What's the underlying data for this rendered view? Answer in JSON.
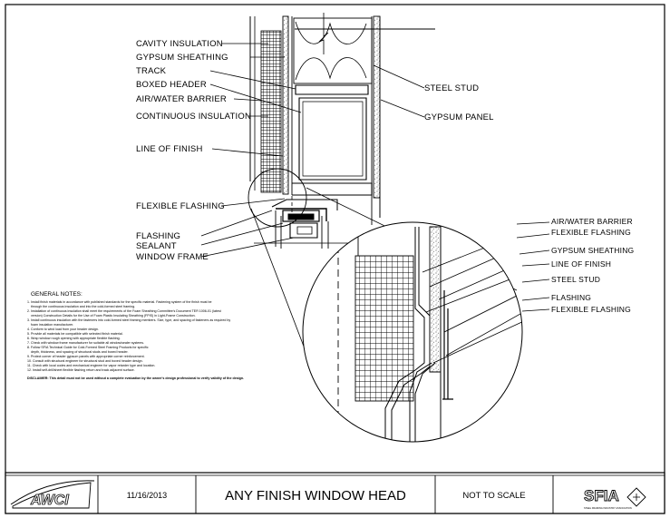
{
  "detail_labels_left": [
    "CAVITY INSULATION",
    "GYPSUM SHEATHING",
    "TRACK",
    "BOXED HEADER",
    "AIR/WATER BARRIER",
    "CONTINUOUS INSULATION",
    "LINE OF FINISH",
    "FLEXIBLE FLASHING",
    "FLASHING",
    "SEALANT",
    "WINDOW FRAME"
  ],
  "detail_labels_right": [
    "STEEL STUD",
    "GYPSUM PANEL"
  ],
  "enlarged_labels": [
    "AIR/WATER BARRIER",
    "FLEXIBLE FLASHING",
    "GYPSUM SHEATHING",
    "LINE OF FINISH",
    "STEEL STUD",
    "FLASHING",
    "FLEXIBLE FLASHING"
  ],
  "notes": {
    "heading": "GENERAL NOTES:",
    "items": [
      "1. Install finish materials in accordance with published standards for the specific material. Fastening system of the finish must be",
      "through the continuous insulation and into the cold-formed steel framing.",
      "2. Installation of continuous insulation shall meet the requirements of the Foam Sheathing Committee's Document TER 1006-01 (latest",
      "version) Construction Details for the Use of Foam Plastic Insulating Sheathing (FPIS) in Light-Frame Construction.",
      "3. Install continuous insulation with the fasteners into cold-formed steel framing members. Size, type, and spacing of fasteners as required by",
      "foam insulation manufacturer.",
      "4. Conform to wind load from your header design.",
      "5. Provide all materials be compatible with selected finish material.",
      "6. Wrap window rough opening with appropriate flexible flashing.",
      "7. Check with window frame manufacturer for suitable all window/sealer systems.",
      "8. Follow SFIA Technical Guide for Cold-Formed Steel Framing Products for specific",
      "depth, thickness, and spacing of structural studs and boxed header.",
      "9. Protect corner of header gypsum panels with appropriate corner reinforcement.",
      "10. Consult with structural engineer for structural stud and boxed header design.",
      "11. Check with local codes and mechanical engineer for vapor retarder type and location.",
      "12. Install self-drill/sheet flexible flashing return and track adjacent surface."
    ],
    "disclaimer": "DISCLAIMER: This detail must not be used without a complete evaluation by the owner's design professional to verify validity of the design."
  },
  "title_block": {
    "logo_left": "AWCI",
    "date": "11/16/2013",
    "title": "ANY FINISH WINDOW HEAD",
    "scale": "NOT TO SCALE",
    "logo_right": "SFIA",
    "logo_right_sub": "STEEL FRAMING INDUSTRY ASSOCIATION"
  }
}
